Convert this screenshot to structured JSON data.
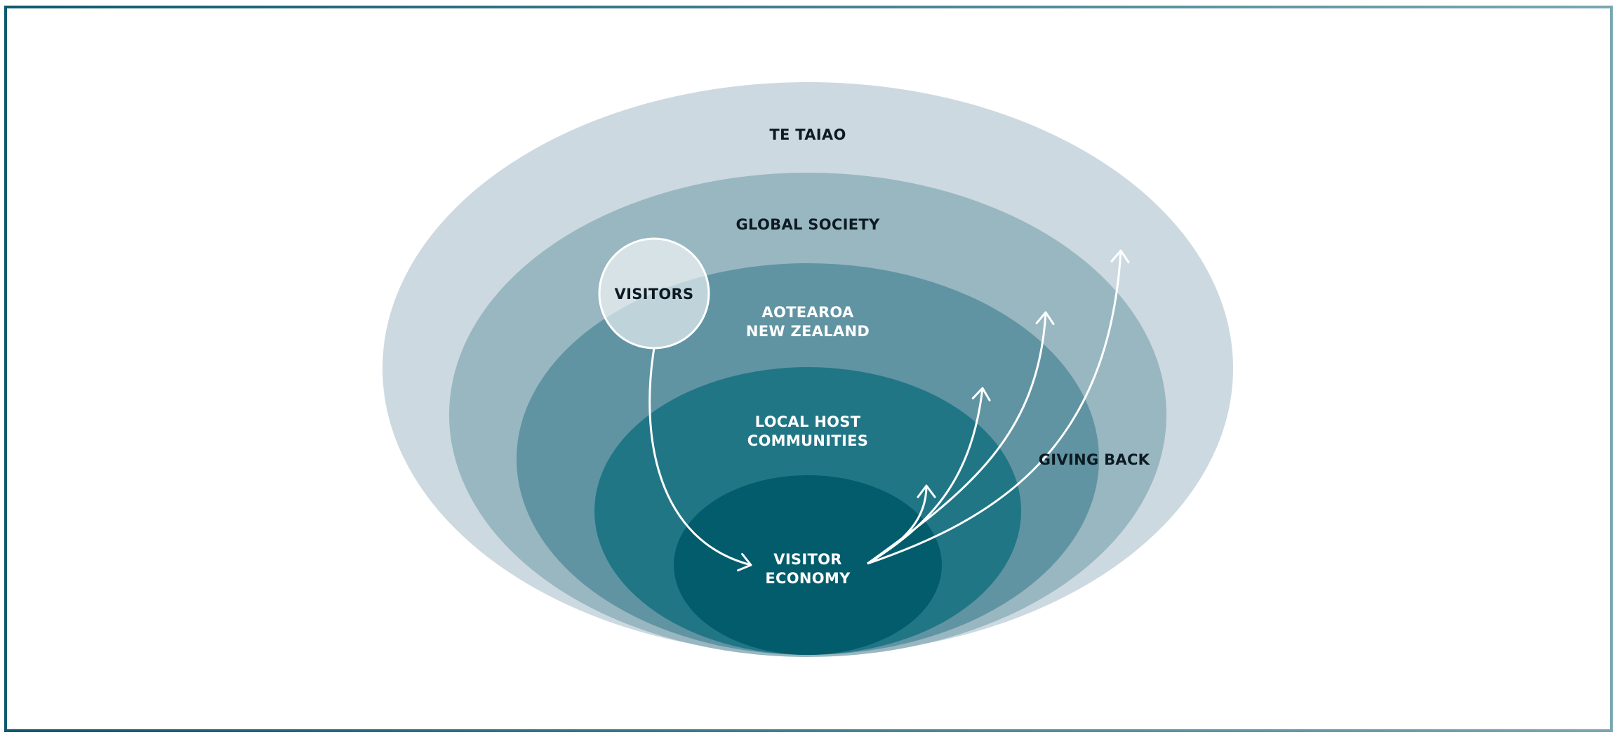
{
  "diagram": {
    "layers": {
      "te_taiao": "TE TAIAO",
      "global_society": "GLOBAL SOCIETY",
      "aotearoa": [
        "AOTEAROA",
        "NEW ZEALAND"
      ],
      "local_host": [
        "LOCAL HOST",
        "COMMUNITIES"
      ],
      "visitor_economy": [
        "VISITOR",
        "ECONOMY"
      ]
    },
    "visitors": "VISITORS",
    "giving_back": "GIVING BACK"
  },
  "colors": {
    "frame_start": "#0e5a6e",
    "frame_end": "#7aa7b2",
    "te_taiao": "#ccd9e0",
    "global_society": "#98b7c1",
    "aotearoa": "#6094a2",
    "local_host": "#217686",
    "visitor_economy": "#035c6c",
    "visitors_circle": "#ffffff",
    "arrow": "#ffffff"
  }
}
